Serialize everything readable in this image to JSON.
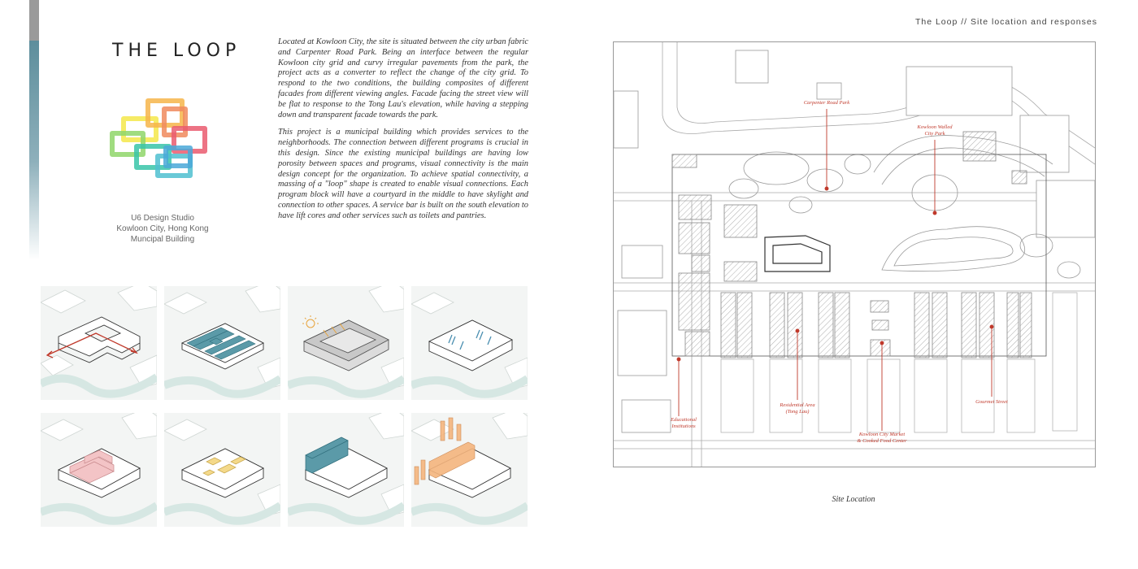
{
  "title": "THE LOOP",
  "header": "The Loop // Site location and responses",
  "studio_lines": [
    "U6 Design Studio",
    "Kowloon City, Hong Kong",
    "Muncipal Building"
  ],
  "description": [
    "Located at Kowloon City, the site is situated between the city urban fabric and Carpenter Road Park. Being an interface between the regular Kowloon city grid and curvy irregular pavements from the park, the project acts as a converter to reflect the change of the city grid. To respond to the two conditions, the building composites of different facades from different viewing angles. Facade facing the street view will be flat to response to the Tong Lau's elevation, while having a stepping down and transparent facade towards the park.",
    "This project is a municipal building which provides services to the neighborhoods. The connection between different programs is crucial in this design. Since the existing municipal buildings are having low porosity between spaces and programs, visual connectivity is the main design concept for the organization. To achieve spatial connectivity, a massing of a \"loop\" shape is created to enable visual connections. Each program block will have a courtyard in the middle to have skylight and connection to other spaces. A service bar is built on the south elevation to have lift cores and other services such as toilets and pantries."
  ],
  "map_labels": {
    "carpenter": "Carpenter Road Park",
    "walled_1": "Kowloon Walled",
    "walled_2": "City Park",
    "edu_1": "Educational",
    "edu_2": "Institutions",
    "res_1": "Residential Area",
    "res_2": "(Tong Lau)",
    "market_1": "Kowloon City Market",
    "market_2": "& Cooked Food Center",
    "gourmet": "Gourmet Street"
  },
  "caption": "Site Location",
  "colors": {
    "accent_red": "#c0392b",
    "teal": "#5b9aa8",
    "pink": "#f3c4c6",
    "yellow": "#f4d98a",
    "orange": "#f5b57e",
    "grey_bar": "#9a9a9a"
  },
  "logo_colors": [
    "#f5e84a",
    "#8fd66a",
    "#38c4a8",
    "#f08a5d",
    "#ea5a6e",
    "#4aa8d8",
    "#4fc0d0",
    "#f6b54a"
  ],
  "diagram_icons": [
    "loop-arrow-icon",
    "courtyard-layout-icon",
    "sun-light-icon",
    "connection-ramps-icon",
    "pink-blocks-icon",
    "yellow-blocks-icon",
    "teal-service-bar-icon",
    "orange-facade-icon"
  ]
}
